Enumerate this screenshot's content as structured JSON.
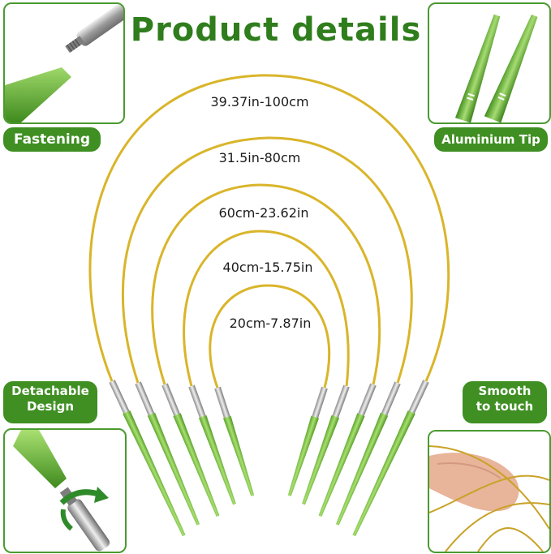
{
  "title": "Product details",
  "features": {
    "fastening": "Fastening",
    "aluminium_tip": "Aluminium Tip",
    "detachable_line1": "Detachable",
    "detachable_line2": "Design",
    "smooth_line1": "Smooth",
    "smooth_line2": "to touch"
  },
  "sizes": [
    "39.37in-100cm",
    "31.5in-80cm",
    "60cm-23.62in",
    "40cm-15.75in",
    "20cm-7.87in"
  ],
  "colors": {
    "brand_green": "#3f8f22",
    "needle_green": "#7cc043",
    "cable_gold": "#d9b52a"
  }
}
